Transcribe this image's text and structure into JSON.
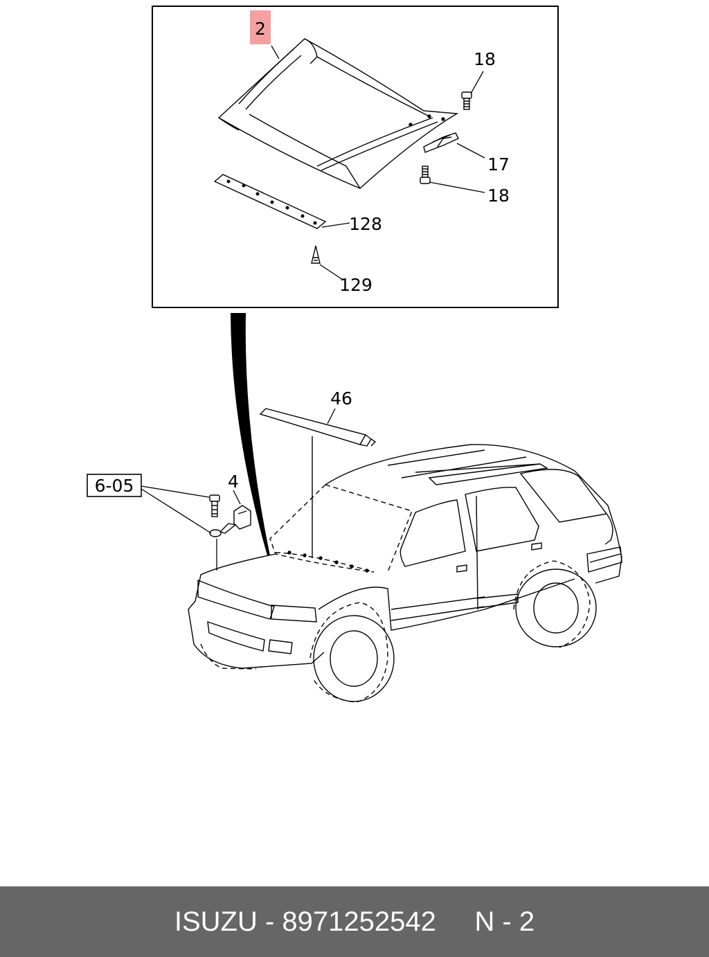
{
  "diagram": {
    "callouts": {
      "hood": "2",
      "bolt_upper": "18",
      "hinge": "17",
      "bolt_lower": "18",
      "seal_strip": "128",
      "clip": "129",
      "weatherstrip": "46",
      "bumper_stop": "4",
      "ref": "6-05"
    },
    "highlight_color": "#f4a0a0"
  },
  "footer": {
    "brand": "ISUZU",
    "sep": " - ",
    "part_number": "8971252542",
    "gap": "     ",
    "page_ref": "N - 2"
  }
}
